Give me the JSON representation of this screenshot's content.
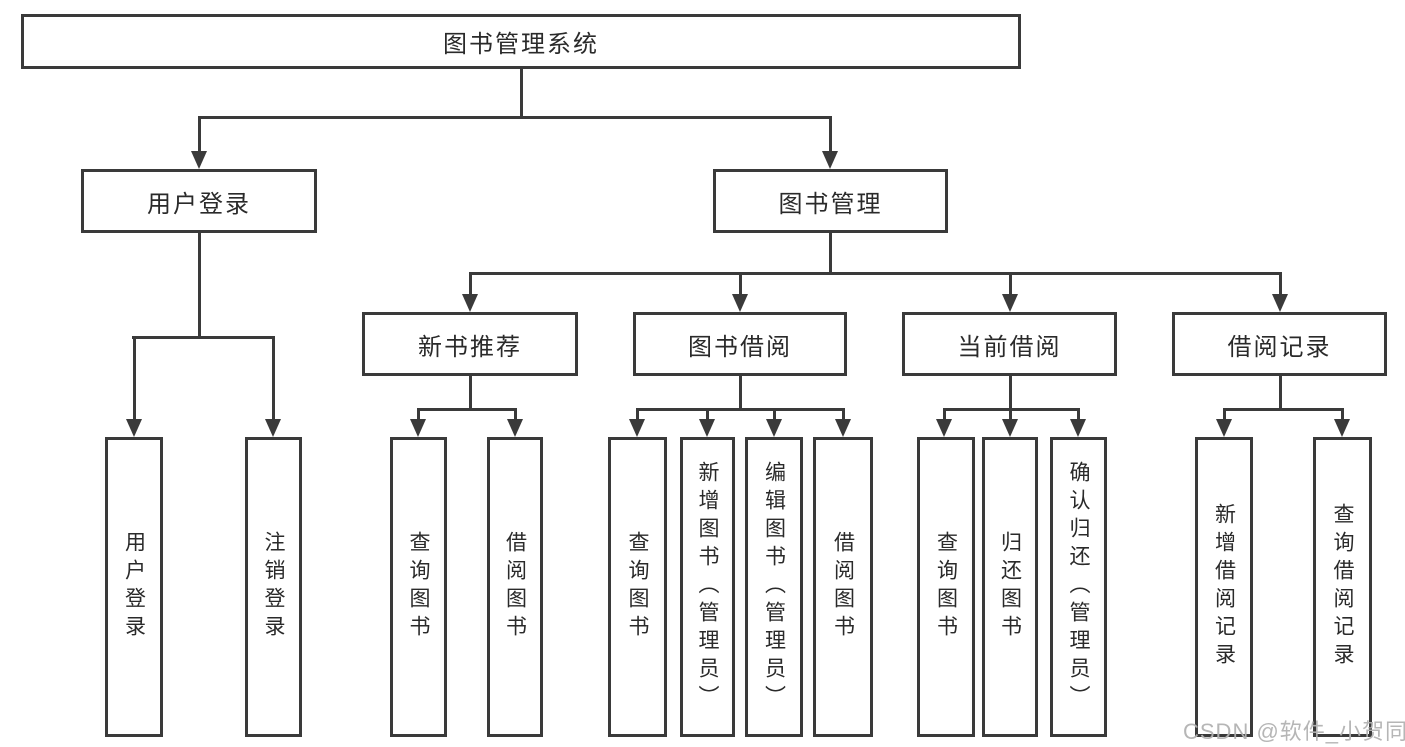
{
  "tree": {
    "label": "图书管理系统",
    "children": [
      {
        "label": "用户登录",
        "children": [
          {
            "label": "用户登录"
          },
          {
            "label": "注销登录"
          }
        ]
      },
      {
        "label": "图书管理",
        "children": [
          {
            "label": "新书推荐",
            "children": [
              {
                "label": "查询图书"
              },
              {
                "label": "借阅图书"
              }
            ]
          },
          {
            "label": "图书借阅",
            "children": [
              {
                "label": "查询图书"
              },
              {
                "label": "新增图书（管理员）"
              },
              {
                "label": "编辑图书（管理员）"
              },
              {
                "label": "借阅图书"
              }
            ]
          },
          {
            "label": "当前借阅",
            "children": [
              {
                "label": "查询图书"
              },
              {
                "label": "归还图书"
              },
              {
                "label": "确认归还（管理员）"
              }
            ]
          },
          {
            "label": "借阅记录",
            "children": [
              {
                "label": "新增借阅记录"
              },
              {
                "label": "查询借阅记录"
              }
            ]
          }
        ]
      }
    ]
  },
  "watermark": "CSDN @软件_小贺同学",
  "colors": {
    "line": "#3a3a3a",
    "text": "#2a2a2a",
    "watermark": "#b2b2b2",
    "background": "#ffffff"
  }
}
